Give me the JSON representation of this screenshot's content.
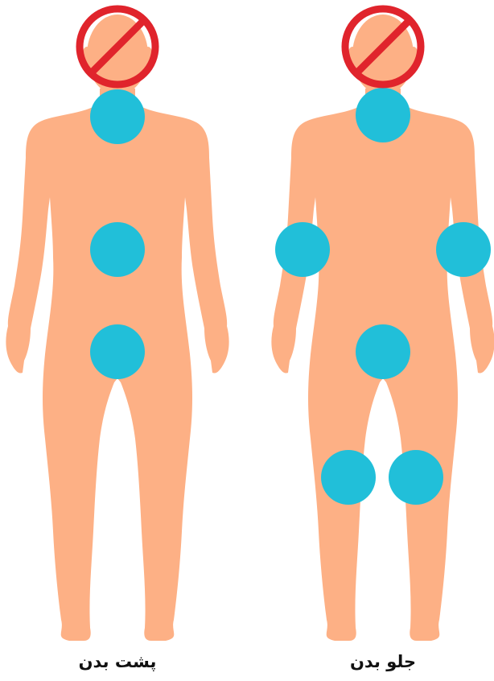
{
  "colors": {
    "skin": "#FDB085",
    "spot": "#21BFD9",
    "no_sign": "#E0242C",
    "caption_text": "#111111"
  },
  "figures": [
    {
      "id": "back",
      "caption": "پشت بدن",
      "no_sign_on": "head",
      "spots": [
        "neck",
        "mid-back",
        "lower-back"
      ]
    },
    {
      "id": "front",
      "caption": "جلو بدن",
      "no_sign_on": "head",
      "spots": [
        "neck",
        "left-arm",
        "right-arm",
        "abdomen",
        "left-knee",
        "right-knee"
      ]
    }
  ]
}
